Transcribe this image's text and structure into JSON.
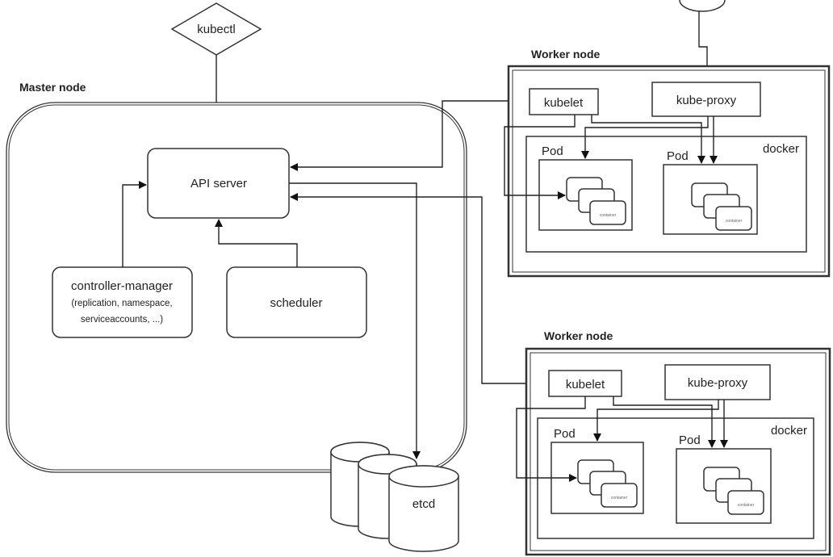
{
  "kubectl": "kubectl",
  "master": {
    "title": "Master node",
    "api_server": "API server",
    "controller_manager": "controller-manager",
    "controller_manager_detail_1": "(replication, namespace,",
    "controller_manager_detail_2": "serviceaccounts, ...)",
    "scheduler": "scheduler",
    "etcd": "etcd"
  },
  "workers": [
    {
      "title": "Worker node",
      "kubelet": "kubelet",
      "kube_proxy": "kube-proxy",
      "docker": "docker",
      "pods": [
        "Pod",
        "Pod"
      ],
      "container": "container"
    },
    {
      "title": "Worker node",
      "kubelet": "kubelet",
      "kube_proxy": "kube-proxy",
      "docker": "docker",
      "pods": [
        "Pod",
        "Pod"
      ],
      "container": "container"
    }
  ]
}
